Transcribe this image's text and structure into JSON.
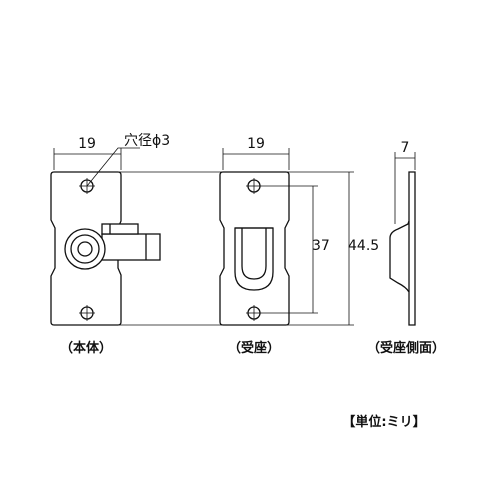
{
  "dimensions": {
    "body_width": "19",
    "hole_note": "穴径ϕ3",
    "plate_width": "19",
    "plate_side_thickness": "7",
    "hole_pitch": "37",
    "overall_height": "44.5"
  },
  "captions": {
    "body": "（本体）",
    "plate": "（受座）",
    "plate_side": "（受座側面）"
  },
  "unit_note": "【単位:ミリ】",
  "colors": {
    "line": "#111111",
    "background": "#ffffff"
  }
}
